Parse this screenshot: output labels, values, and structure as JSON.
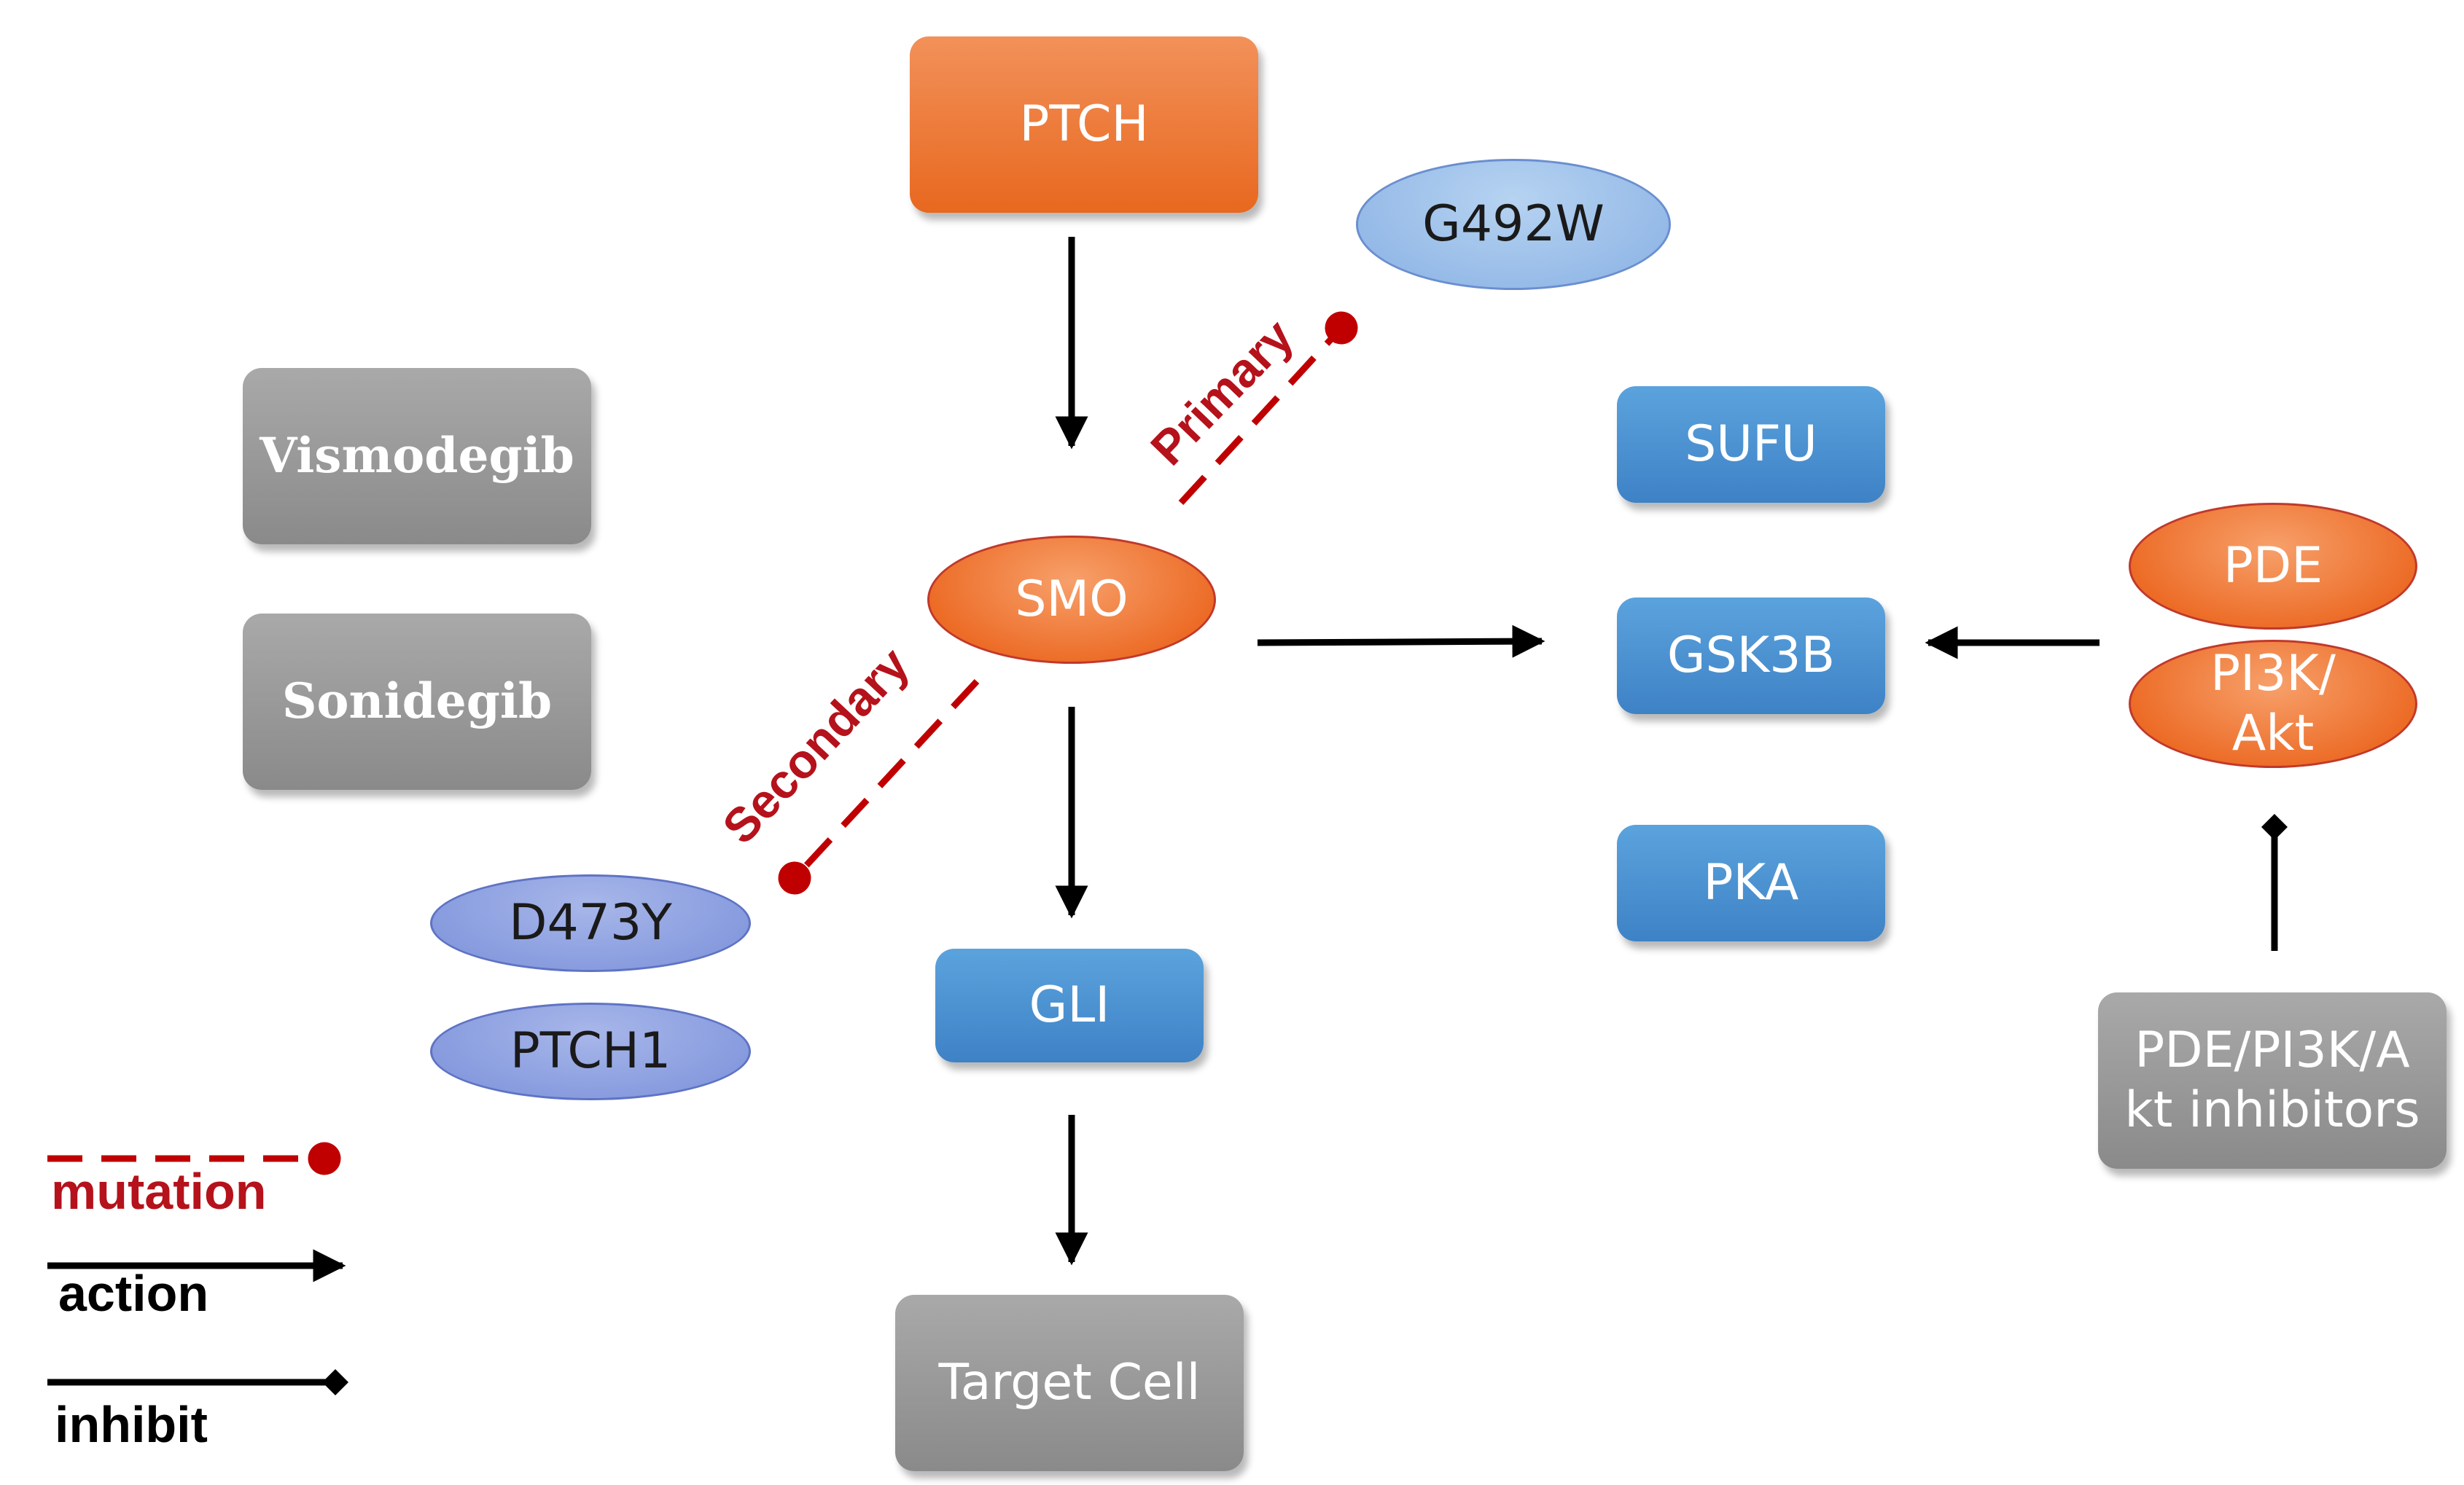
{
  "nodes": {
    "ptch": "PTCH",
    "g492w": "G492W",
    "smo": "SMO",
    "gli": "GLI",
    "target_cell": "Target Cell",
    "vismodegib": "Vismodegib",
    "sonidegib": "Sonidegib",
    "d473y": "D473Y",
    "ptch1": "PTCH1",
    "sufu": "SUFU",
    "gsk3b": "GSK3B",
    "pka": "PKA",
    "pde": "PDE",
    "pi3k_akt": "PI3K/\nAkt",
    "inhibitors": "PDE/PI3K/A\nkt inhibitors"
  },
  "mutation_labels": {
    "primary": "Primary",
    "secondary": "Secondary"
  },
  "legend": {
    "mutation": "mutation",
    "action": "action",
    "inhibit": "inhibit"
  },
  "colors": {
    "mutation_red": "#b5121b",
    "arrow_black": "#000000",
    "orange": "#ed7d31",
    "blue": "#4a90d4",
    "gray": "#999999"
  }
}
